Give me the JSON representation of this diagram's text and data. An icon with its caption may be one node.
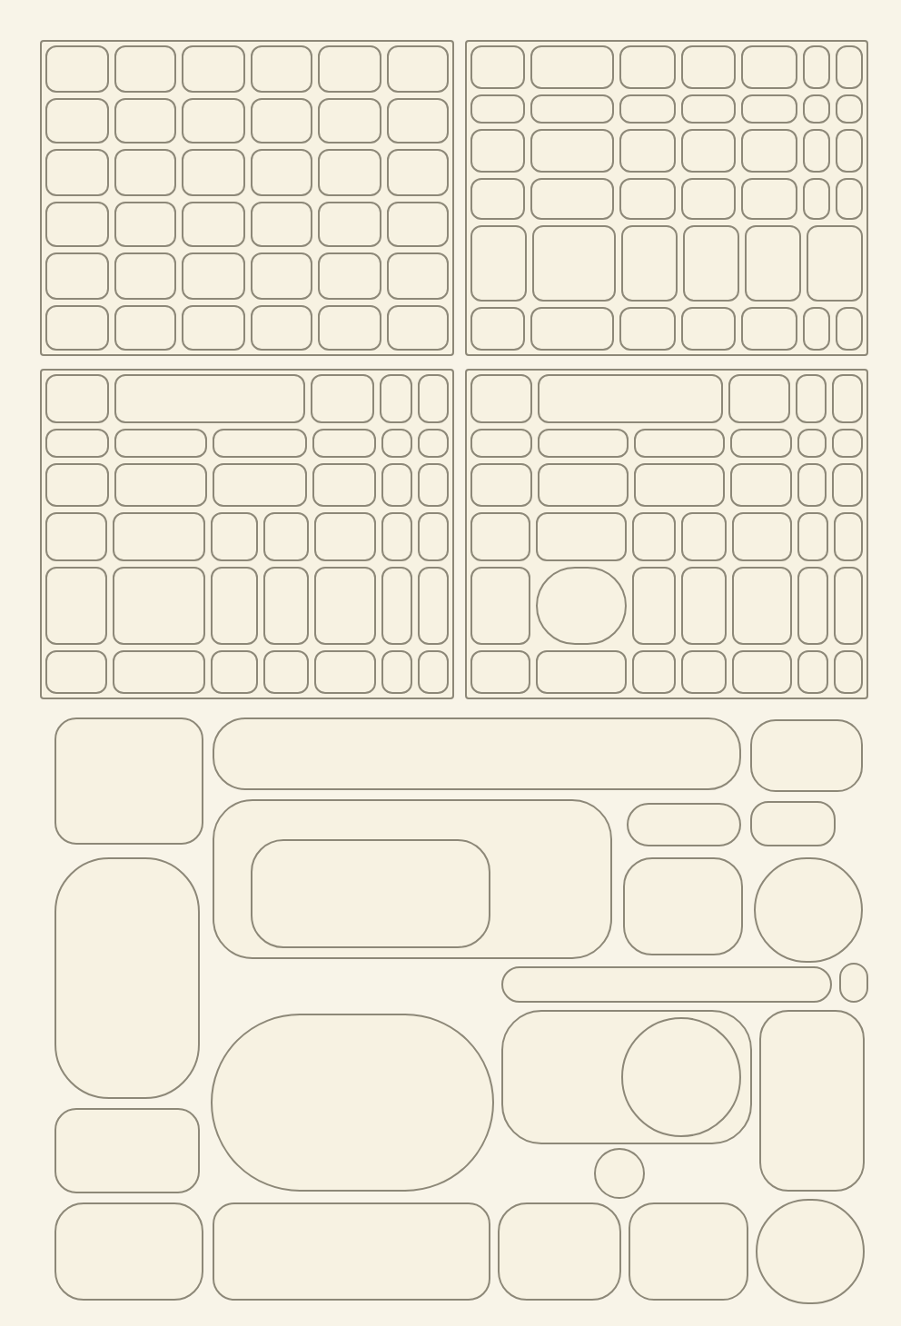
{
  "diagram": {
    "nodes": [
      {
        "text": [],
        "shape": "box"
      },
      {
        "text": [],
        "shape": "box",
        "in": 0
      },
      {
        "text": [],
        "shape": "box",
        "in": 0
      },
      {
        "text": [],
        "shape": "box",
        "in": 0
      },
      {
        "text": [],
        "shape": "box",
        "in": 0
      },
      {
        "text": [],
        "shape": "box",
        "in": 0
      },
      {
        "text": [],
        "shape": "box",
        "in": 0
      },
      {
        "text": [],
        "shape": "box",
        "in": 0
      },
      {
        "text": [],
        "shape": "box",
        "in": 0
      },
      {
        "text": [],
        "shape": "box",
        "in": 0
      },
      {
        "text": [],
        "shape": "box",
        "in": 0
      },
      {
        "text": [],
        "shape": "box",
        "in": 0
      },
      {
        "text": [],
        "shape": "box",
        "in": 0
      },
      {
        "text": [],
        "shape": "box",
        "in": 0
      },
      {
        "text": [],
        "shape": "box",
        "in": 0
      },
      {
        "text": [],
        "shape": "box",
        "in": 0
      },
      {
        "text": [],
        "shape": "box",
        "in": 0
      },
      {
        "text": [],
        "shape": "box",
        "in": 0
      },
      {
        "text": [],
        "shape": "box",
        "in": 0
      },
      {
        "text": [],
        "shape": "box",
        "in": 0
      },
      {
        "text": [],
        "shape": "box",
        "in": 0
      },
      {
        "text": [],
        "shape": "box",
        "in": 0
      },
      {
        "text": [],
        "shape": "box",
        "in": 0
      },
      {
        "text": [],
        "shape": "box",
        "in": 0
      },
      {
        "text": [],
        "shape": "box",
        "in": 0
      },
      {
        "text": [],
        "shape": "box",
        "in": 0
      },
      {
        "text": [],
        "shape": "box",
        "in": 0
      },
      {
        "text": [],
        "shape": "box",
        "in": 0
      },
      {
        "text": [],
        "shape": "box",
        "in": 0
      },
      {
        "text": [],
        "shape": "box",
        "in": 0
      },
      {
        "text": [],
        "shape": "box",
        "in": 0
      },
      {
        "text": [],
        "shape": "box",
        "in": 0
      },
      {
        "text": [],
        "shape": "box",
        "in": 0
      },
      {
        "text": [],
        "shape": "box",
        "in": 0
      },
      {
        "text": [],
        "shape": "box",
        "in": 0
      },
      {
        "text": [],
        "shape": "box",
        "in": 0
      },
      {
        "text": [],
        "shape": "box",
        "in": 0
      },
      {
        "text": [],
        "shape": "box"
      },
      {
        "text": [],
        "shape": "box",
        "in": 37
      },
      {
        "text": [],
        "shape": "box",
        "in": 37
      },
      {
        "text": [],
        "shape": "box",
        "in": 37
      },
      {
        "text": [],
        "shape": "box",
        "in": 37
      },
      {
        "text": [],
        "shape": "box",
        "in": 37
      },
      {
        "text": [],
        "shape": "box",
        "in": 37
      },
      {
        "text": [],
        "shape": "box",
        "in": 37
      },
      {
        "text": [],
        "shape": "box",
        "in": 37
      },
      {
        "text": [],
        "shape": "box",
        "in": 37
      },
      {
        "text": [],
        "shape": "box",
        "in": 37
      },
      {
        "text": [],
        "shape": "box",
        "in": 37
      },
      {
        "text": [],
        "shape": "box",
        "in": 37
      },
      {
        "text": [],
        "shape": "box",
        "in": 37
      },
      {
        "text": [],
        "shape": "box",
        "in": 37
      },
      {
        "text": [],
        "shape": "box",
        "in": 37
      },
      {
        "text": [],
        "shape": "box",
        "in": 37
      },
      {
        "text": [],
        "shape": "box",
        "in": 37
      },
      {
        "text": [],
        "shape": "box",
        "in": 37
      },
      {
        "text": [],
        "shape": "box",
        "in": 37
      },
      {
        "text": [],
        "shape": "box",
        "in": 37
      },
      {
        "text": [],
        "shape": "box",
        "in": 37
      },
      {
        "text": [],
        "shape": "box",
        "in": 37
      },
      {
        "text": [],
        "shape": "box",
        "in": 37
      },
      {
        "text": [],
        "shape": "box",
        "in": 37
      },
      {
        "text": [],
        "shape": "box",
        "in": 37
      },
      {
        "text": [],
        "shape": "box",
        "in": 37
      },
      {
        "text": [],
        "shape": "box",
        "in": 37
      },
      {
        "text": [],
        "shape": "box",
        "in": 37
      },
      {
        "text": [],
        "shape": "box",
        "in": 37
      },
      {
        "text": [],
        "shape": "box",
        "in": 37
      },
      {
        "text": [],
        "shape": "box",
        "in": 37
      },
      {
        "text": [],
        "shape": "box",
        "in": 37
      },
      {
        "text": [],
        "shape": "box",
        "in": 37
      },
      {
        "text": [],
        "shape": "box",
        "in": 37
      },
      {
        "text": [],
        "shape": "box",
        "in": 37
      },
      {
        "text": [],
        "shape": "box",
        "in": 37
      },
      {
        "text": [],
        "shape": "box",
        "in": 37
      },
      {
        "text": [],
        "shape": "box",
        "in": 37
      },
      {
        "text": [],
        "shape": "box",
        "in": 37
      },
      {
        "text": [],
        "shape": "box",
        "in": 37
      },
      {
        "text": [],
        "shape": "box",
        "in": 37
      },
      {
        "text": [],
        "shape": "box"
      },
      {
        "text": [],
        "shape": "box",
        "in": 79
      },
      {
        "text": [],
        "shape": "box",
        "in": 79
      },
      {
        "text": [],
        "shape": "box",
        "in": 79
      },
      {
        "text": [],
        "shape": "box",
        "in": 79
      },
      {
        "text": [],
        "shape": "box",
        "in": 79
      },
      {
        "text": [],
        "shape": "box",
        "in": 79
      },
      {
        "text": [],
        "shape": "box",
        "in": 79
      },
      {
        "text": [],
        "shape": "box",
        "in": 79
      },
      {
        "text": [],
        "shape": "box",
        "in": 79
      },
      {
        "text": [],
        "shape": "box",
        "in": 79
      },
      {
        "text": [],
        "shape": "box",
        "in": 79
      },
      {
        "text": [],
        "shape": "box",
        "in": 79
      },
      {
        "text": [],
        "shape": "box",
        "in": 79
      },
      {
        "text": [],
        "shape": "box",
        "in": 79
      },
      {
        "text": [],
        "shape": "box",
        "in": 79
      },
      {
        "text": [],
        "shape": "box",
        "in": 79
      },
      {
        "text": [],
        "shape": "box",
        "in": 79
      },
      {
        "text": [],
        "shape": "box",
        "in": 79
      },
      {
        "text": [],
        "shape": "box",
        "in": 79
      },
      {
        "text": [],
        "shape": "box",
        "in": 79
      },
      {
        "text": [],
        "shape": "box",
        "in": 79
      },
      {
        "text": [],
        "shape": "box",
        "in": 79
      },
      {
        "text": [],
        "shape": "box",
        "in": 79
      },
      {
        "text": [],
        "shape": "box",
        "in": 79
      },
      {
        "text": [],
        "shape": "box",
        "in": 79
      },
      {
        "text": [],
        "shape": "box",
        "in": 79
      },
      {
        "text": [],
        "shape": "box",
        "in": 79
      },
      {
        "text": [],
        "shape": "box",
        "in": 79
      },
      {
        "text": [],
        "shape": "box",
        "in": 79
      },
      {
        "text": [],
        "shape": "box",
        "in": 79
      },
      {
        "text": [],
        "shape": "box",
        "in": 79
      },
      {
        "text": [],
        "shape": "box",
        "in": 79
      },
      {
        "text": [],
        "shape": "box",
        "in": 79
      },
      {
        "text": [],
        "shape": "box",
        "in": 79
      },
      {
        "text": [],
        "shape": "box",
        "in": 79
      },
      {
        "text": [],
        "shape": "box",
        "in": 79
      },
      {
        "text": [],
        "shape": "box",
        "in": 79
      },
      {
        "text": [],
        "shape": "box",
        "in": 79
      },
      {
        "text": [],
        "shape": "box"
      },
      {
        "text": [],
        "shape": "box",
        "in": 118
      },
      {
        "text": [],
        "shape": "box",
        "in": 118
      },
      {
        "text": [],
        "shape": "box",
        "in": 118
      },
      {
        "text": [],
        "shape": "box",
        "in": 118
      },
      {
        "text": [],
        "shape": "box",
        "in": 118
      },
      {
        "text": [],
        "shape": "box",
        "in": 118
      },
      {
        "text": [],
        "shape": "box",
        "in": 118
      },
      {
        "text": [],
        "shape": "box",
        "in": 118
      },
      {
        "text": [],
        "shape": "box",
        "in": 118
      },
      {
        "text": [],
        "shape": "box",
        "in": 118
      },
      {
        "text": [],
        "shape": "box",
        "in": 118
      },
      {
        "text": [],
        "shape": "box",
        "in": 118
      },
      {
        "text": [],
        "shape": "box",
        "in": 118
      },
      {
        "text": [],
        "shape": "box",
        "in": 118
      },
      {
        "text": [],
        "shape": "box",
        "in": 118
      },
      {
        "text": [],
        "shape": "box",
        "in": 118
      },
      {
        "text": [],
        "shape": "box",
        "in": 118
      },
      {
        "text": [],
        "shape": "box",
        "in": 118
      },
      {
        "text": [],
        "shape": "box",
        "in": 118
      },
      {
        "text": [],
        "shape": "box",
        "in": 118
      },
      {
        "text": [],
        "shape": "box",
        "in": 118
      },
      {
        "text": [],
        "shape": "box",
        "in": 118
      },
      {
        "text": [],
        "shape": "box",
        "in": 118
      },
      {
        "text": [],
        "shape": "box",
        "in": 118
      },
      {
        "text": [],
        "shape": "box",
        "in": 118
      },
      {
        "text": [],
        "shape": "circle",
        "in": 118
      },
      {
        "text": [],
        "shape": "box",
        "in": 118
      },
      {
        "text": [],
        "shape": "box",
        "in": 118
      },
      {
        "text": [],
        "shape": "box",
        "in": 118
      },
      {
        "text": [],
        "shape": "box",
        "in": 118
      },
      {
        "text": [],
        "shape": "box",
        "in": 118
      },
      {
        "text": [],
        "shape": "box",
        "in": 118
      },
      {
        "text": [],
        "shape": "box",
        "in": 118
      },
      {
        "text": [],
        "shape": "box",
        "in": 118
      },
      {
        "text": [],
        "shape": "box",
        "in": 118
      },
      {
        "text": [],
        "shape": "box",
        "in": 118
      },
      {
        "text": [],
        "shape": "box",
        "in": 118
      },
      {
        "text": [],
        "shape": "box",
        "in": 118
      },
      {
        "text": [],
        "shape": "box"
      },
      {
        "text": [],
        "shape": "box"
      },
      {
        "text": [],
        "shape": "box"
      },
      {
        "text": [],
        "shape": "box"
      },
      {
        "text": [],
        "shape": "box",
        "in": 160
      },
      {
        "text": [],
        "shape": "box"
      },
      {
        "text": [],
        "shape": "box"
      },
      {
        "text": [],
        "shape": "box"
      },
      {
        "text": [],
        "shape": "circle"
      },
      {
        "text": [],
        "shape": "box"
      },
      {
        "text": [],
        "shape": "box"
      },
      {
        "text": [],
        "shape": "circle"
      },
      {
        "text": [],
        "shape": "box"
      },
      {
        "text": [],
        "shape": "circle",
        "in": 169
      },
      {
        "text": [],
        "shape": "box"
      },
      {
        "text": [],
        "shape": "ellipse"
      },
      {
        "text": [],
        "shape": "box"
      },
      {
        "text": [],
        "shape": "circle"
      },
      {
        "text": [],
        "shape": "box"
      },
      {
        "text": [],
        "shape": "box"
      },
      {
        "text": [],
        "shape": "box"
      },
      {
        "text": [],
        "shape": "box"
      },
      {
        "text": [],
        "shape": "circle"
      }
    ]
  }
}
